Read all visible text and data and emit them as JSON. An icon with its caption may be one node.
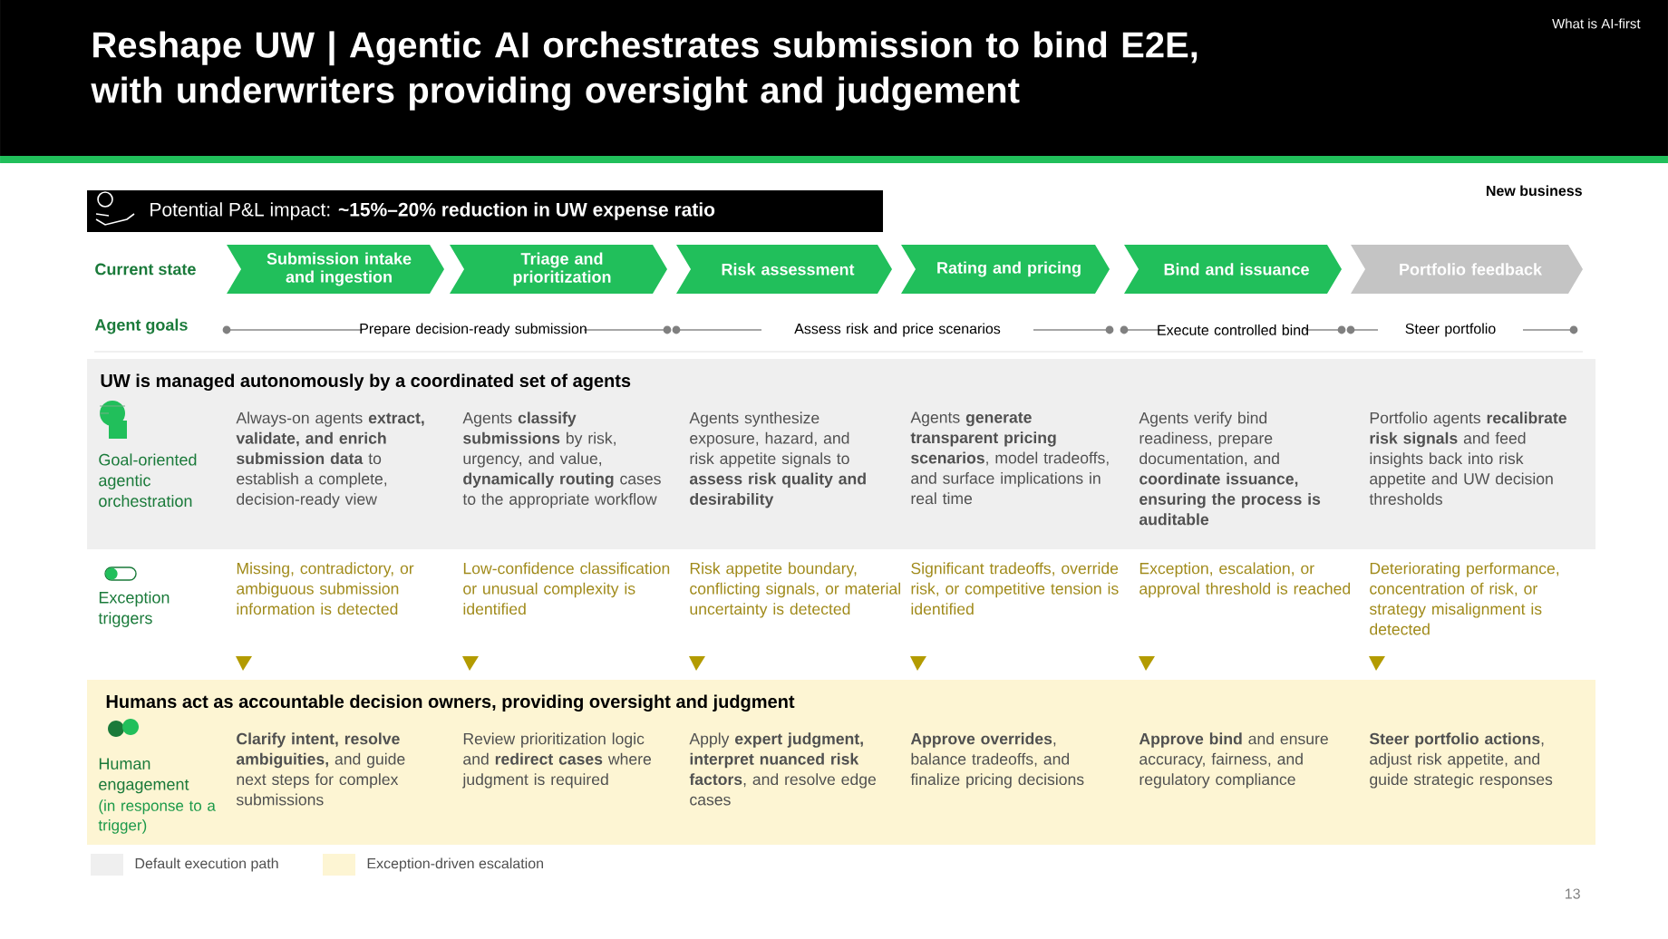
{
  "diagram": {
    "title": "Reshape UW | Agentic AI orchestrates submission to bind E2E, with underwriters providing oversight and judgement",
    "nodes": [
      {
        "text": [
          "Potential P&L impact: **~15%–20% reduction in UW expense ratio**"
        ]
      },
      {
        "text": [
          "Submission intake and ingestion"
        ]
      },
      {
        "text": [
          "Triage and prioritization"
        ]
      },
      {
        "text": [
          "Risk assessment"
        ]
      },
      {
        "text": [
          "Rating and pricing"
        ]
      },
      {
        "text": [
          "Bind and issuance"
        ]
      },
      {
        "text": [
          "Portfolio feedback"
        ]
      },
      {
        "text": [
          "UW is managed autonomously by a coordinated set of agents"
        ]
      },
      {
        "text": [
          "Humans act as accountable decision owners, providing oversight and judgment"
        ]
      }
    ],
    "labels": [
      "What is AI-first",
      "New business",
      "Current state",
      "Agent goals",
      "Prepare decision-ready submission",
      "Assess risk and price scenarios",
      "Execute controlled bind",
      "Steer portfolio",
      "Goal-oriented agentic orchestration",
      "Always-on agents **extract, validate, and enrich submission data** to establish a complete, decision-ready view",
      "Agents **classify submissions** by risk, urgency, and value, **dynamically routing** cases to the appropriate workflow",
      "Agents synthesize exposure, hazard, and risk appetite signals to **assess risk quality and desirability**",
      "Agents **generate transparent pricing scenarios**, model tradeoffs, and surface implications in real time",
      "Agents verify bind readiness, prepare documentation, and **coordinate issuance, ensuring the process is auditable**",
      "Portfolio agents **recalibrate risk signals** and feed insights back into risk appetite and UW decision thresholds",
      "Exception triggers",
      "Missing, contradictory, or ambiguous submission information is detected",
      "Low-confidence classification or unusual complexity is identified",
      "Risk appetite boundary, conflicting signals, or material uncertainty is detected",
      "Significant tradeoffs, override risk, or competitive tension is identified",
      "Exception, escalation, or approval threshold is reached",
      "Deteriorating performance, concentration of risk, or strategy misalignment is detected",
      "Human engagement",
      "(in response to a trigger)",
      "**Clarify intent, resolve ambiguities,** and guide next steps for complex submissions",
      "Review prioritization logic and **redirect cases** where judgment is required",
      "Apply **expert judgment, interpret nuanced risk factors**, and resolve edge cases",
      "**Approve overrides**, balance tradeoffs, and finalize pricing decisions",
      "**Approve bind** and ensure accuracy, fairness, and regulatory compliance",
      "**Steer portfolio actions**, adjust risk appetite, and guide strategic responses",
      "13"
    ],
    "legend": [
      {
        "text": "Default execution path",
        "color": "#efefef"
      },
      {
        "text": "Exception-driven escalation",
        "color": "#fdf5d3"
      }
    ]
  }
}
